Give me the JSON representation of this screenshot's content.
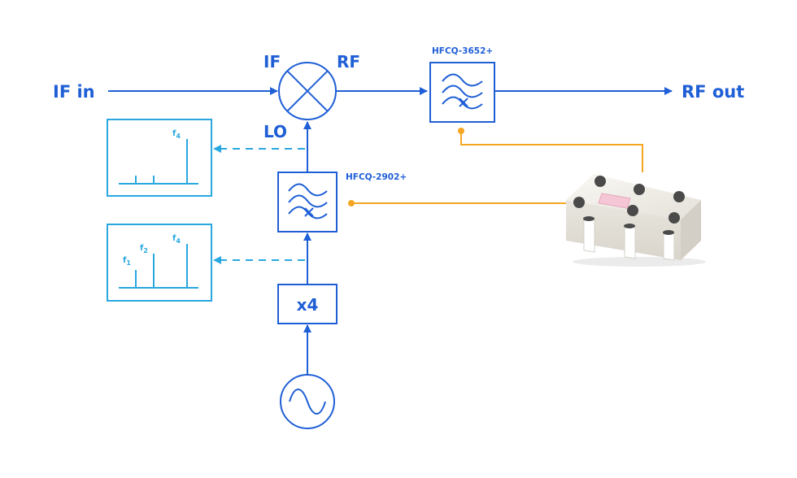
{
  "labels": {
    "if_in": "IF in",
    "rf_out": "RF out",
    "mixer_if": "IF",
    "mixer_rf": "RF",
    "mixer_lo": "LO",
    "multiplier": "x4",
    "filter_rf_part": "HFCQ-3652+",
    "filter_lo_part": "HFCQ-2902+"
  },
  "spectrum_filtered": {
    "peak_label": "f4",
    "peak_label_base": "f",
    "peak_label_sub": "4"
  },
  "spectrum_unfiltered": {
    "label_f1_base": "f",
    "label_f1_sub": "1",
    "label_f2_base": "f",
    "label_f2_sub": "2",
    "label_f4_base": "f",
    "label_f4_sub": "4"
  },
  "colors": {
    "signal_blue": "#1f5fd6",
    "spectrum_cyan": "#29a8e0",
    "callout_orange": "#f5a623",
    "component_body": "#f1efe9",
    "component_pad": "#4a4a4a",
    "component_marker": "#f4c6d6"
  }
}
